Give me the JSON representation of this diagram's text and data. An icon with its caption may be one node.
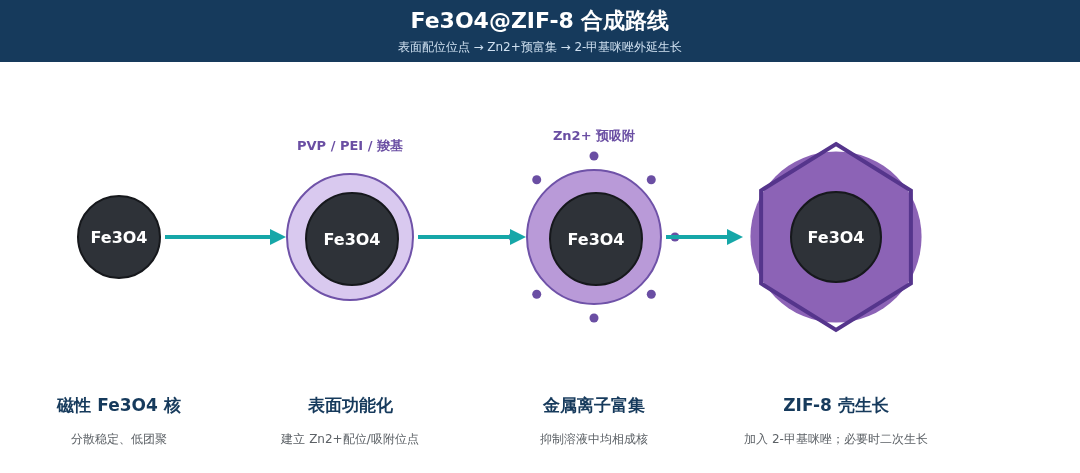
{
  "diagram": {
    "title": "Fe3O4@ZIF-8 合成路线",
    "caption": "表面配位位点 → Zn2+预富集 → 2-甲基咪唑外延生长",
    "nodes": [
      {
        "text": [
          "Fe3O4"
        ],
        "beside": [
          "磁性 Fe3O4 核",
          "分散稳定、低团聚"
        ]
      },
      {
        "text": [
          "PVP / PEI / 羧基"
        ],
        "beside": [
          "表面功能化",
          "建立 Zn2+配位/吸附位点"
        ]
      },
      {
        "text": [
          "Fe3O4"
        ],
        "in": 1
      },
      {
        "text": [
          "Zn2+ 预吸附"
        ],
        "beside": [
          "金属离子富集",
          "抑制溶液中均相成核"
        ]
      },
      {
        "text": [
          "Fe3O4"
        ],
        "in": 3
      },
      {
        "text": [],
        "shape": "hexagon",
        "beside": [
          "ZIF-8 壳生长",
          "加入 2-甲基咪唑；必要时二次生长"
        ]
      },
      {
        "text": [
          "Fe3O4"
        ],
        "in": 5
      }
    ],
    "edges": [
      {
        "from": 0,
        "to": 1,
        "arrow": "to"
      },
      {
        "from": 1,
        "to": 3,
        "arrow": "to"
      },
      {
        "from": 3,
        "to": 5,
        "arrow": "to"
      }
    ]
  }
}
